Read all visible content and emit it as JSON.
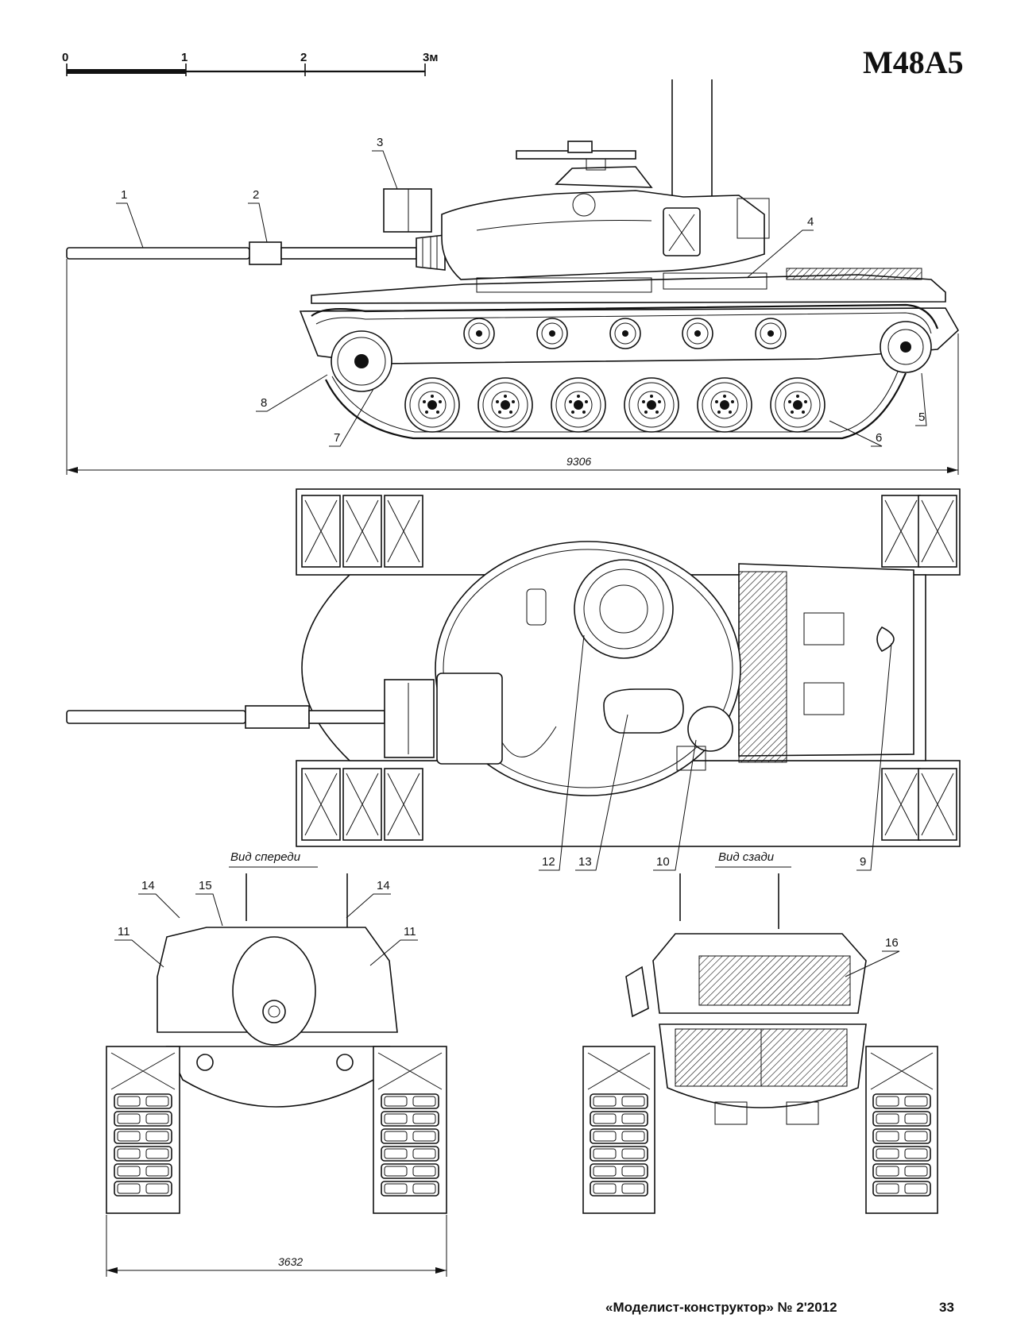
{
  "page": {
    "title": "M48A5",
    "footer_source": "«Моделист-конструктор» № 2'2012",
    "page_number": "33"
  },
  "scale_bar": {
    "ticks": [
      "0",
      "1",
      "2",
      "3м"
    ]
  },
  "views": {
    "front_caption": "Вид спереди",
    "rear_caption": "Вид сзади"
  },
  "dimensions": {
    "length": "9306",
    "width": "3632"
  },
  "callouts": {
    "c1": "1",
    "c2": "2",
    "c3": "3",
    "c4": "4",
    "c5": "5",
    "c6": "6",
    "c7": "7",
    "c8": "8",
    "c9": "9",
    "c10": "10",
    "c11a": "11",
    "c11b": "11",
    "c12": "12",
    "c13": "13",
    "c14a": "14",
    "c14b": "14",
    "c15": "15",
    "c16": "16"
  }
}
